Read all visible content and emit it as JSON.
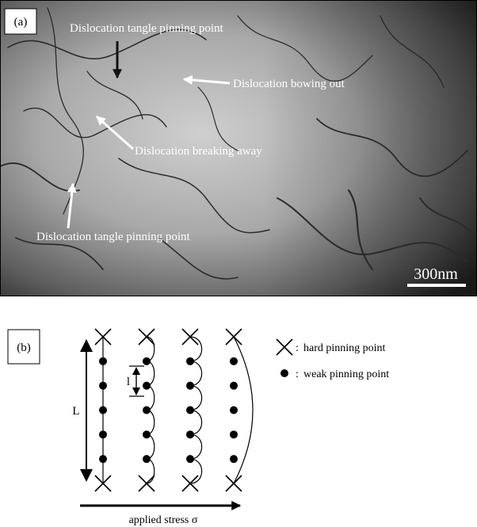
{
  "panel_a": {
    "label": "(a)",
    "annotations": [
      {
        "id": "tangle-top",
        "text": "Dislocation tangle pinning point"
      },
      {
        "id": "bowing",
        "text": "Dislocation bowing out"
      },
      {
        "id": "breaking",
        "text": "Dislocation breaking away"
      },
      {
        "id": "tangle-bottom",
        "text": "Dislocation tangle pinning point"
      }
    ],
    "scale_bar": "300nm"
  },
  "panel_b": {
    "label": "(b)",
    "length_L": "L",
    "length_l": "l",
    "legend": {
      "hard": "hard pinning point",
      "weak": "weak pinning point",
      "separator": ":"
    },
    "arrow_label": "applied stress σ",
    "stages": [
      {
        "shape": "straight",
        "weak_points": 5
      },
      {
        "shape": "bowed-between-weak",
        "weak_points": 5
      },
      {
        "shape": "larger-bowed-between-weak",
        "weak_points": 5
      },
      {
        "shape": "bowed-between-hard",
        "weak_points": 5
      }
    ]
  }
}
